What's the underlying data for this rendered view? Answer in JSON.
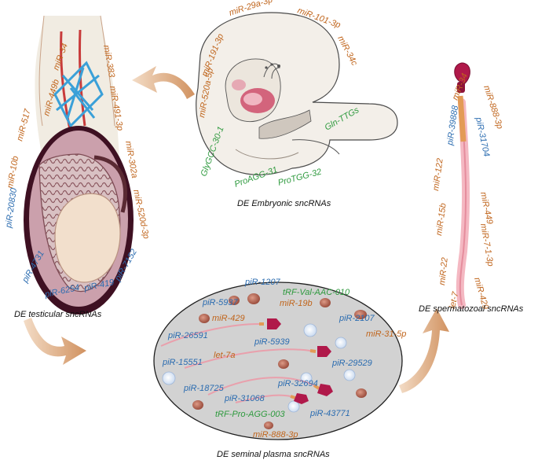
{
  "colors": {
    "mirna": "#c0651c",
    "pirna": "#2b6cb0",
    "trf": "#2e9a3e"
  },
  "captions": {
    "embryonic": "DE Embryonic sncRNAs",
    "testicular": "DE testicular sncRNAs",
    "spermatozoal": "DE spermatozoal sncRNAs",
    "seminal": "DE seminal plasma sncRNAs"
  },
  "embryo": {
    "labels": [
      "miR-191-3p",
      "miR-29a-3p",
      "miR-101-3p",
      "miR-34c",
      "miR-520a-5p",
      "GlyGCC-30-1",
      "ProAGG-31",
      "ProTGG-32",
      "Gln-TTGs"
    ]
  },
  "testis": {
    "labels": [
      "miR-34",
      "miR-449b",
      "miR-383",
      "miR-517",
      "miR-491-3p",
      "miR-10b",
      "miR-302a",
      "miR-520d-3p",
      "piR-20830",
      "piR-4731",
      "piR-6254",
      "piR-419",
      "piR-7152"
    ]
  },
  "sperm": {
    "labels": [
      "miR-34",
      "miR-888-3p",
      "piR-39888",
      "piR-31704",
      "miR-122",
      "miR-449",
      "miR-15b",
      "miR-7-1-3p",
      "miR-22",
      "miR-429",
      "let-7"
    ]
  },
  "seminal": {
    "labels": [
      "piR-1207",
      "tRF-Val-AAC-010",
      "piR-5937",
      "miR-19b",
      "miR-429",
      "piR-2107",
      "piR-26591",
      "miR-31-5p",
      "let-7a",
      "piR-5939",
      "piR-15551",
      "piR-29529",
      "piR-18725",
      "piR-32694",
      "piR-31068",
      "tRF-Pro-AGG-003",
      "piR-43771",
      "miR-888-3p"
    ]
  }
}
